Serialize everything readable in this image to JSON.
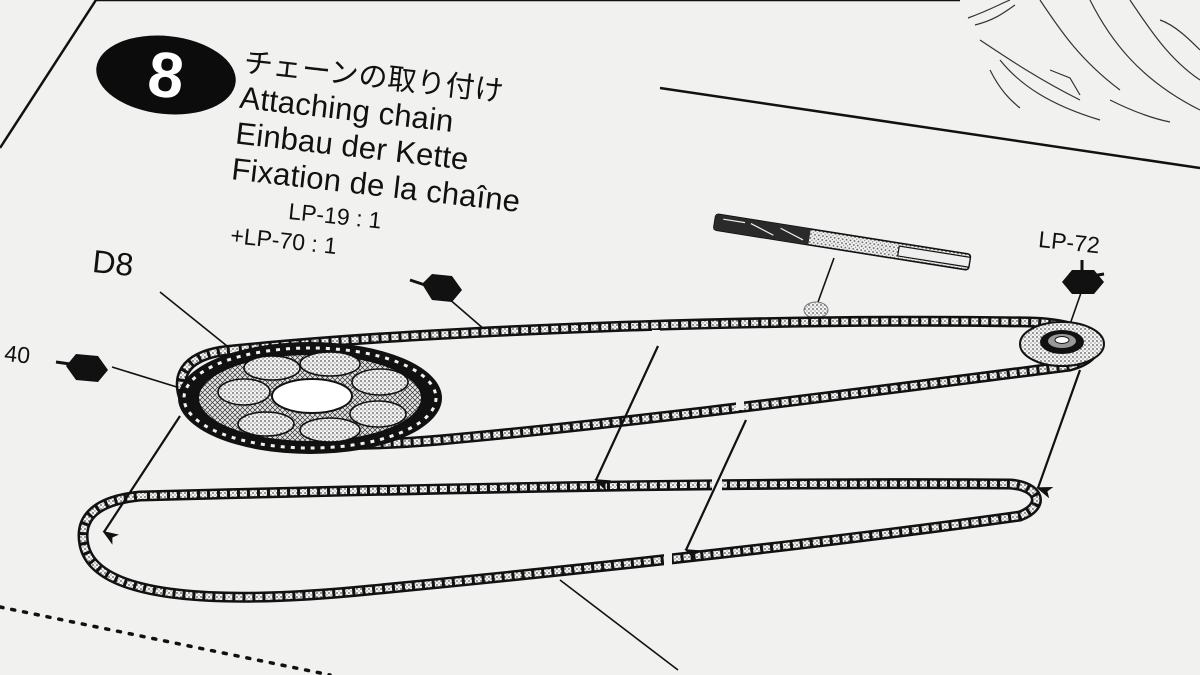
{
  "step": {
    "number": "8"
  },
  "titles": {
    "japanese": "チェーンの取り付け",
    "english": "Attaching chain",
    "german": "Einbau der Kette",
    "french": "Fixation de la chaîne"
  },
  "part_labels": {
    "lp19": "LP-19 : 1",
    "lp70": "+LP-70 : 1",
    "d8": "D8",
    "lp72": "LP-72",
    "forty": "40"
  },
  "colors": {
    "paper": "#f1f1f0",
    "ink": "#111111",
    "step_badge": "#0c0c0c"
  },
  "icons": [
    "hex-screw-icon",
    "hex-nut-icon",
    "pin-tool-icon",
    "sprocket-icon",
    "chain-loop-icon",
    "arrow-icon"
  ]
}
